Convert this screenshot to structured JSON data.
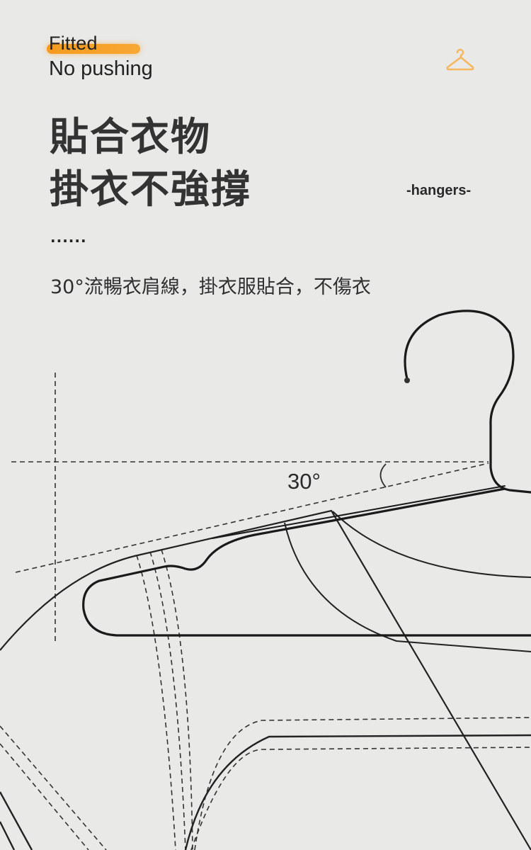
{
  "header": {
    "tag_highlight": "Fitted",
    "tag_subtitle": "No pushing",
    "icon": "hanger-icon",
    "accent_color": "#f59a1f"
  },
  "headline": {
    "line1": "貼合衣物",
    "line2": "掛衣不強撐"
  },
  "label_hangers": "-hangers-",
  "separator": "······",
  "description": "30°流暢衣肩線，掛衣服貼合，不傷衣",
  "diagram": {
    "angle_label": "30°"
  }
}
